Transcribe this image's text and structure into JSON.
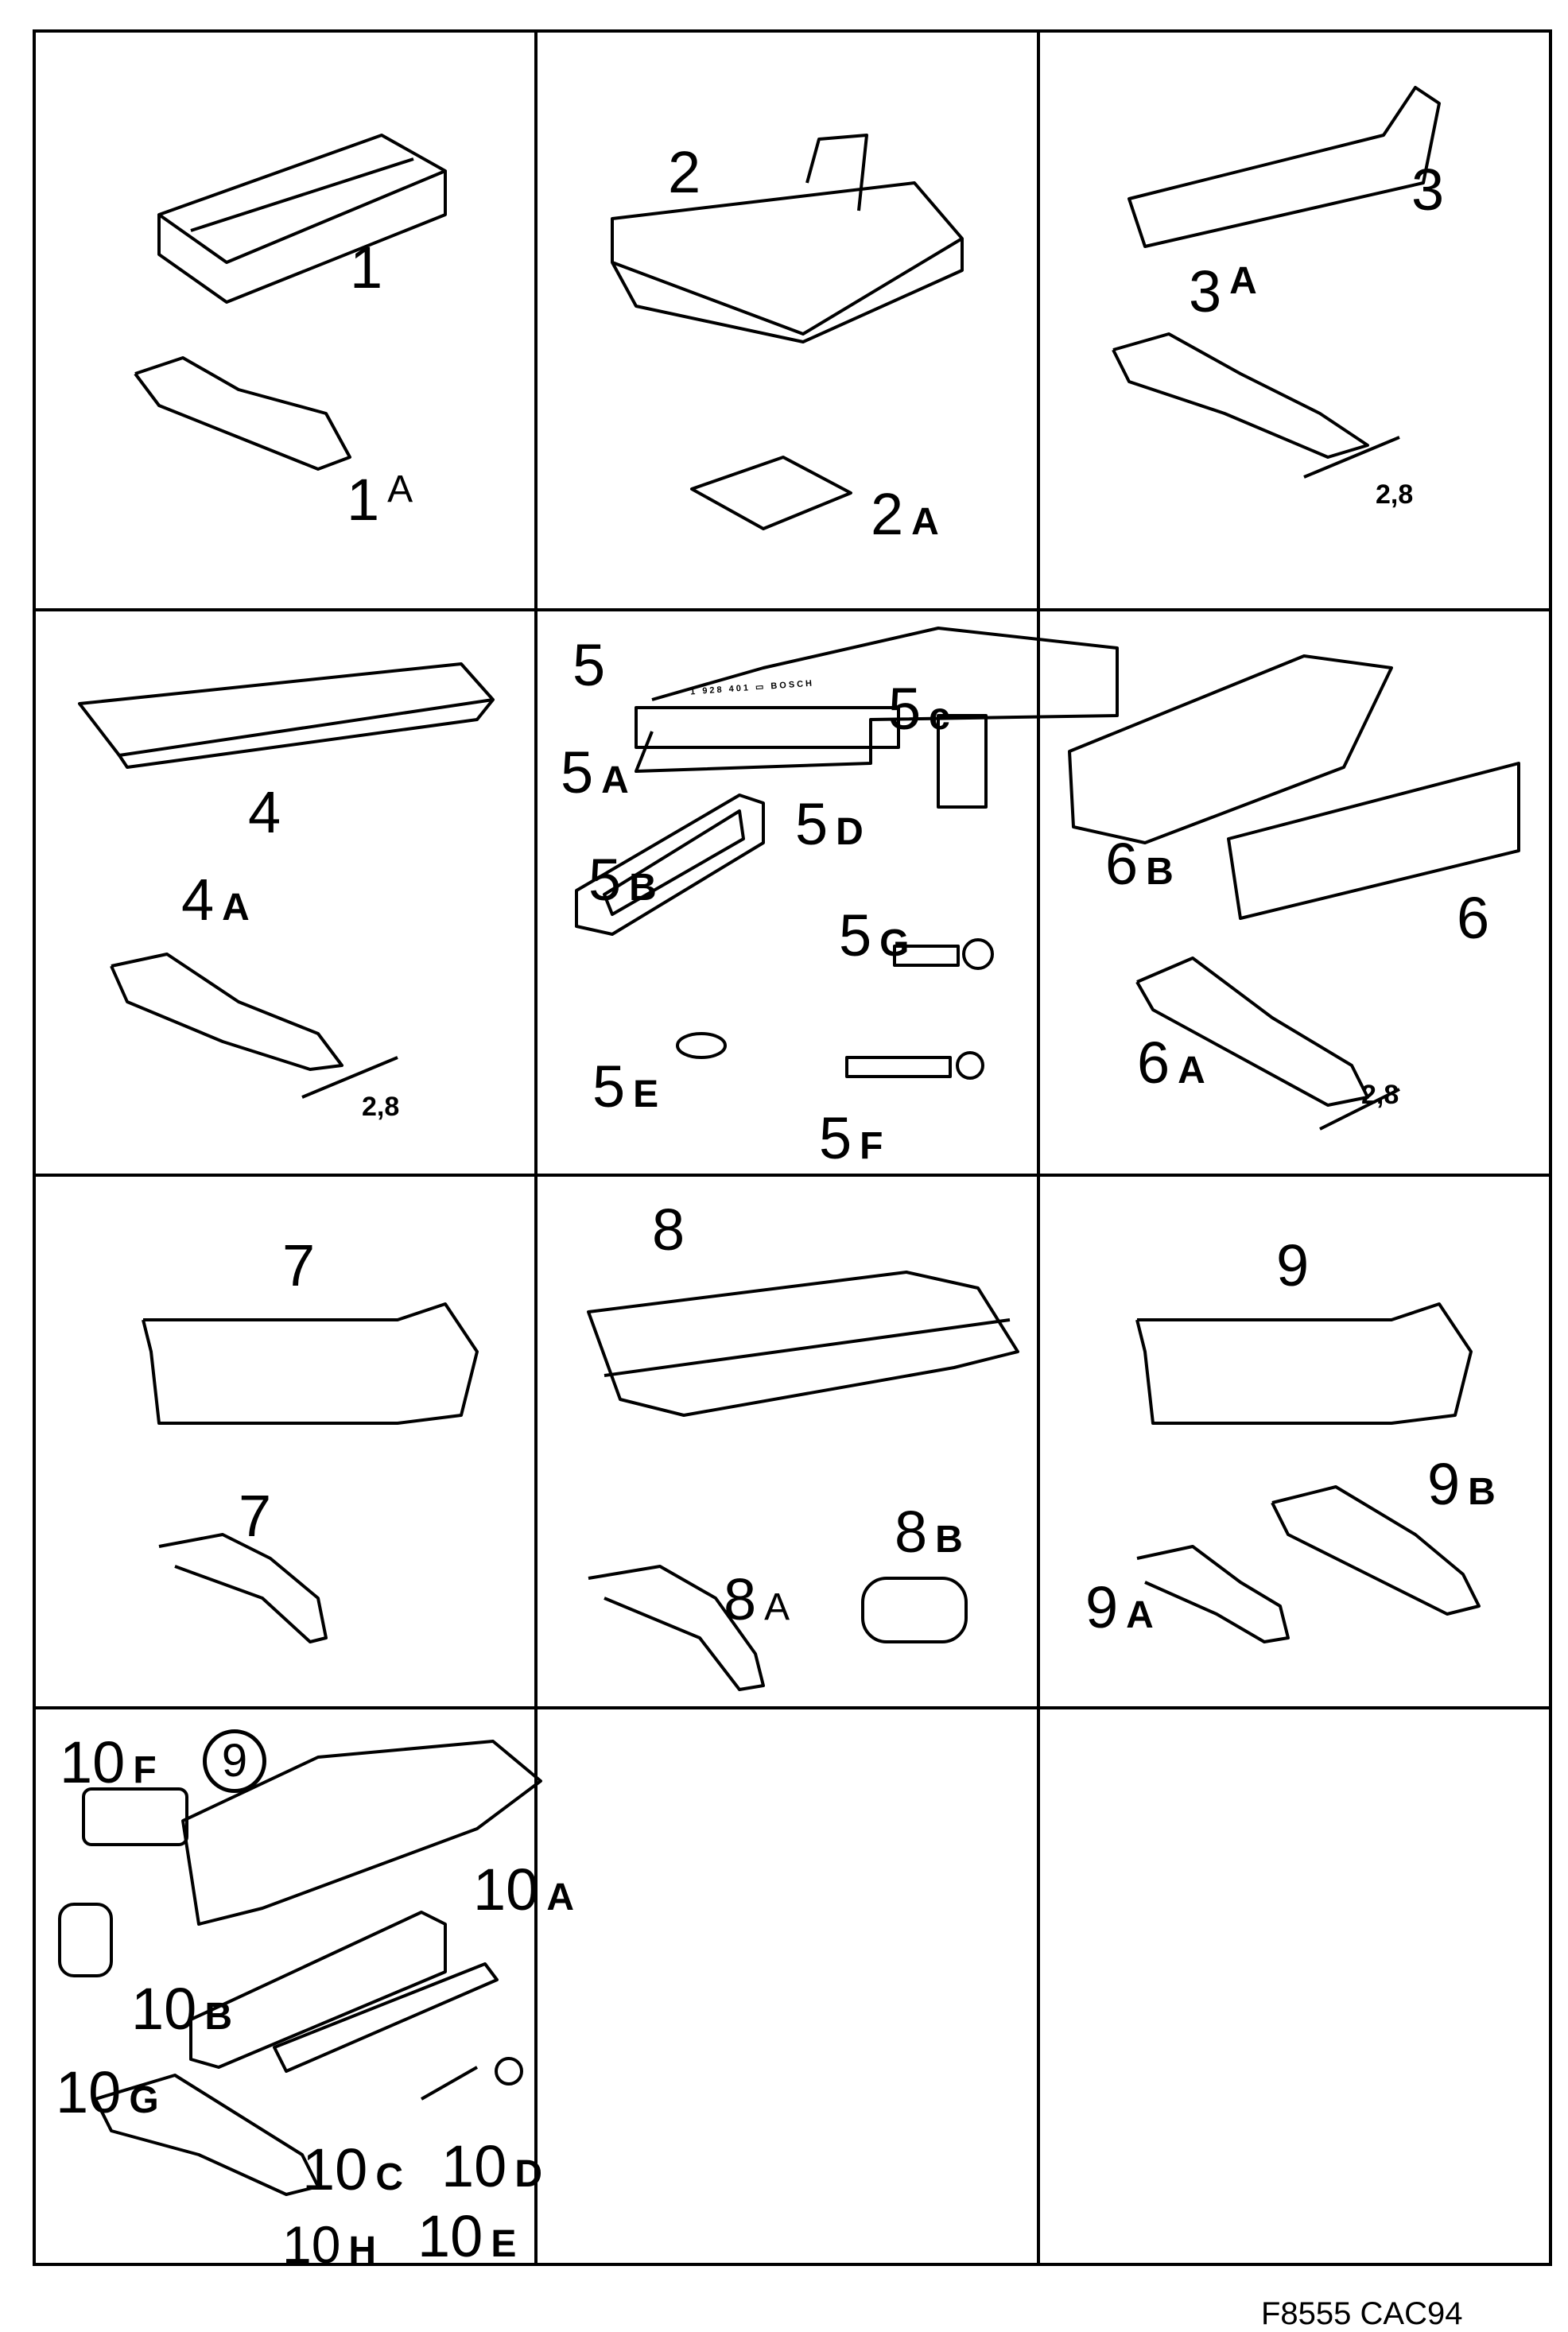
{
  "cells": {
    "c1": {
      "l1": "1",
      "l1a": "1",
      "l1a_s": "A"
    },
    "c2": {
      "l2": "2",
      "l2a": "2",
      "l2a_s": "A"
    },
    "c3": {
      "l3": "3",
      "l3a": "3",
      "l3a_s": "A",
      "dim": "2,8"
    },
    "c4": {
      "l4": "4",
      "l4a": "4",
      "l4a_s": "A",
      "dim": "2,8"
    },
    "c5": {
      "l5": "5",
      "l5c": "5",
      "l5c_s": "c",
      "l5a": "5",
      "l5a_s": "A",
      "l5d": "5",
      "l5d_s": "D",
      "l5b": "5",
      "l5b_s": "B",
      "l5g": "5",
      "l5g_s": "G",
      "l5e": "5",
      "l5e_s": "E",
      "l5f": "5",
      "l5f_s": "F",
      "stamp": "1 928 401 ▭ BOSCH"
    },
    "c6": {
      "l6b": "6",
      "l6b_s": "B",
      "l6": "6",
      "l6a": "6",
      "l6a_s": "A",
      "dim": "2,8"
    },
    "c7": {
      "l7": "7",
      "l7b": "7"
    },
    "c8": {
      "l8": "8",
      "l8a": "8",
      "l8a_s": "A",
      "l8b": "8",
      "l8b_s": "B"
    },
    "c9": {
      "l9": "9",
      "l9b": "9",
      "l9b_s": "B",
      "l9a": "9",
      "l9a_s": "A"
    },
    "c10": {
      "l10f": "10",
      "l10f_s": "F",
      "circled": "9",
      "l10a": "10",
      "l10a_s": "A",
      "l10b": "10",
      "l10b_s": "B",
      "l10g": "10",
      "l10g_s": "G",
      "l10c": "10",
      "l10c_s": "C",
      "l10d": "10",
      "l10d_s": "D",
      "l10e": "10",
      "l10e_s": "E",
      "l10h": "10",
      "l10h_s": "H"
    }
  },
  "footer": "F8555  CAC94"
}
